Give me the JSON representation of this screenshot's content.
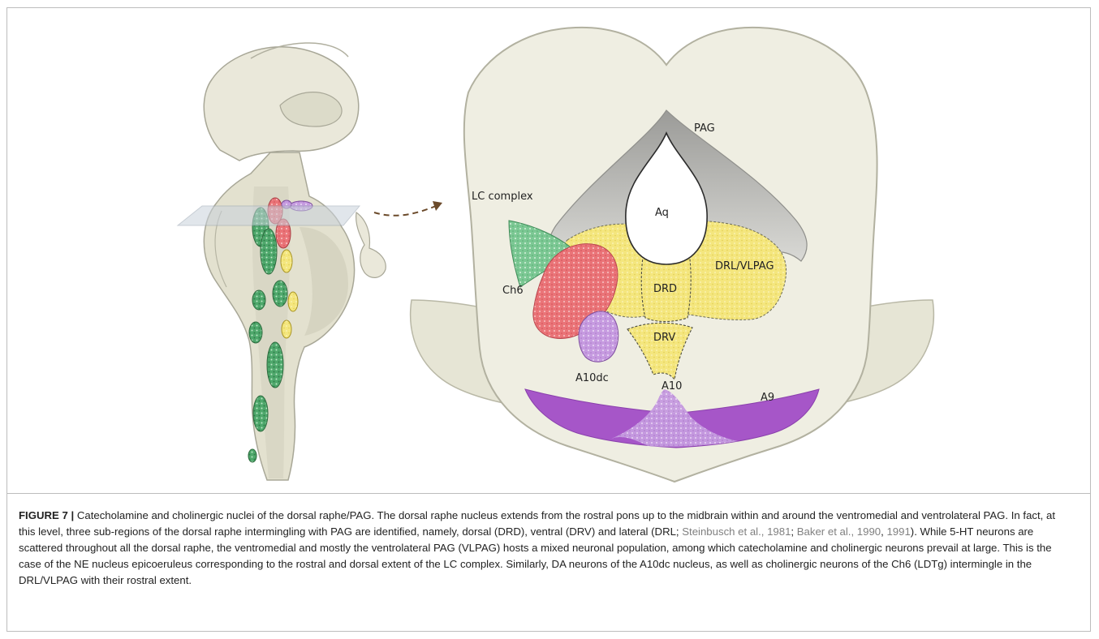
{
  "figure": {
    "labels": {
      "pag": "PAG",
      "aq": "Aq",
      "lc_complex": "LC complex",
      "ch6": "Ch6",
      "drd": "DRD",
      "drl_vlpag": "DRL/VLPAG",
      "drv": "DRV",
      "a10dc": "A10dc",
      "a10": "A10",
      "a9": "A9"
    },
    "colors": {
      "tissue": "#efeee2",
      "pag_gray": "#c8c8c6",
      "yellow": "#f3e57c",
      "green": "#6cc08a",
      "red": "#e9767a",
      "lavender": "#c79ae0",
      "purple": "#a656c8",
      "arrow": "#6b4a2a"
    }
  },
  "caption": {
    "label": "FIGURE 7 | ",
    "part1": "Catecholamine and cholinergic nuclei of the dorsal raphe/PAG. The dorsal raphe nucleus extends from the rostral pons up to the midbrain within and around the ventromedial and ventrolateral PAG. In fact, at this level, three sub-regions of the dorsal raphe intermingling with PAG are identified, namely, dorsal (DRD), ventral (DRV) and lateral (DRL; ",
    "cite1": "Steinbusch et al., 1981",
    "sep1": "; ",
    "cite2": "Baker et al., 1990",
    "sep2": ", ",
    "cite3": "1991",
    "part2": "). While 5-HT neurons are scattered throughout all the dorsal raphe, the ventromedial and mostly the ventrolateral PAG (VLPAG) hosts a mixed neuronal population, among which catecholamine and cholinergic neurons prevail at large. This is the case of the NE nucleus epicoeruleus corresponding to the rostral and dorsal extent of the LC complex. Similarly, DA neurons of the A10dc nucleus, as well as cholinergic neurons of the Ch6 (LDTg) intermingle in the DRL/VLPAG with their rostral extent."
  }
}
